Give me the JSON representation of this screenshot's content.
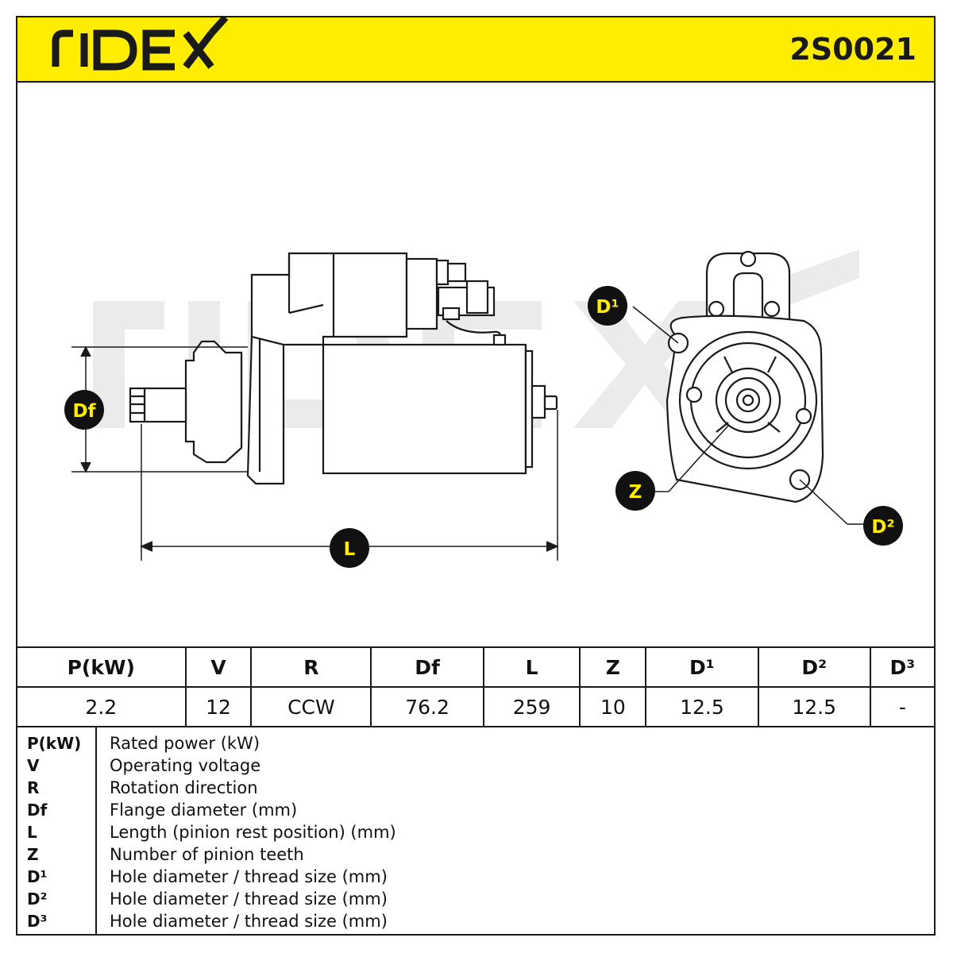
{
  "header": {
    "brand": "RIDEX",
    "part_number": "2S0021"
  },
  "callouts": {
    "df": "Df",
    "l": "L",
    "d1": "D¹",
    "d2": "D²",
    "z": "Z"
  },
  "spec_table": {
    "headers": [
      "P(kW)",
      "V",
      "R",
      "Df",
      "L",
      "Z",
      "D¹",
      "D²",
      "D³"
    ],
    "values": [
      "2.2",
      "12",
      "CCW",
      "76.2",
      "259",
      "10",
      "12.5",
      "12.5",
      "-"
    ]
  },
  "legend": [
    {
      "code": "P(kW)",
      "desc": "Rated power (kW)"
    },
    {
      "code": "V",
      "desc": "Operating voltage"
    },
    {
      "code": "R",
      "desc": "Rotation direction"
    },
    {
      "code": "Df",
      "desc": "Flange diameter (mm)"
    },
    {
      "code": "L",
      "desc": "Length (pinion rest position) (mm)"
    },
    {
      "code": "Z",
      "desc": "Number of pinion teeth"
    },
    {
      "code": "D¹",
      "desc": "Hole diameter / thread size (mm)"
    },
    {
      "code": "D²",
      "desc": "Hole diameter / thread size (mm)"
    },
    {
      "code": "D³",
      "desc": "Hole diameter / thread size (mm)"
    }
  ],
  "colors": {
    "accent_yellow": "#ffed00",
    "line": "#1a1a1a",
    "watermark": "#ebebeb"
  }
}
